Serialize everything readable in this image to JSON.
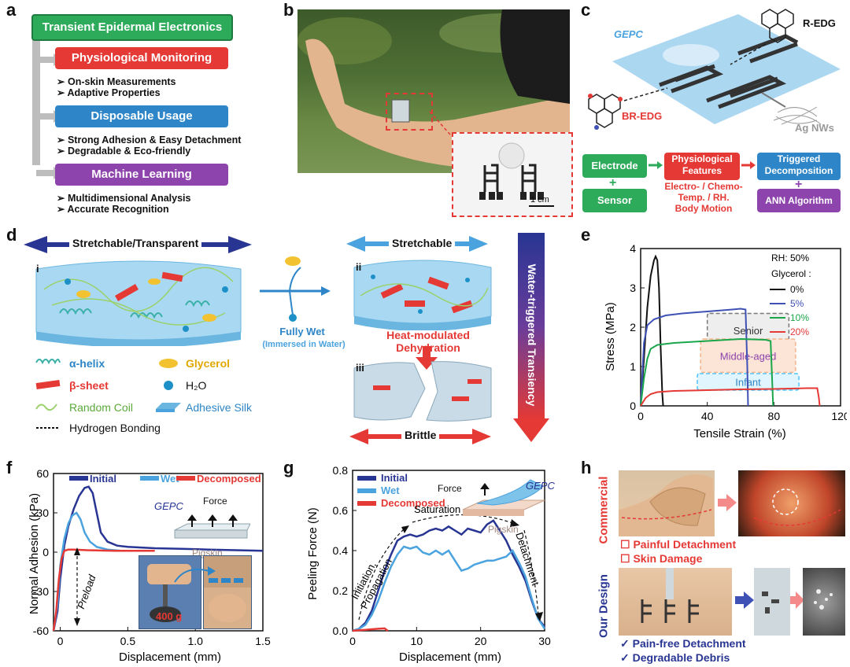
{
  "panel_labels": {
    "a": "a",
    "b": "b",
    "c": "c",
    "d": "d",
    "e": "e",
    "f": "f",
    "g": "g",
    "h": "h"
  },
  "panel_a": {
    "title": "Transient Epidermal Electronics",
    "sections": [
      {
        "title": "Physiological Monitoring",
        "color": "#e53935",
        "bullets": [
          "On-skin Measurements",
          "Adaptive Properties"
        ]
      },
      {
        "title": "Disposable Usage",
        "color": "#2e86c8",
        "bullets": [
          "Strong Adhesion & Easy Detachment",
          "Degradable & Eco-friendly"
        ]
      },
      {
        "title": "Machine Learning",
        "color": "#8e44ad",
        "bullets": [
          "Multidimensional Analysis",
          "Accurate Recognition"
        ]
      }
    ],
    "bullet_mark": "➢"
  },
  "panel_b": {
    "scale_bar": "1 cm"
  },
  "panel_c": {
    "gepc": "GEPC",
    "r_edg": "R-EDG",
    "br_edg": "BR-EDG",
    "ag_nws": "Ag NWs",
    "electrode": "Electrode",
    "sensor": "Sensor",
    "physio_line1": "Physiological",
    "physio_line2": "Features",
    "features_line1": "Electro- / Chemo-",
    "features_line2": "Temp. / RH.",
    "features_line3": "Body Motion",
    "triggered_line1": "Triggered",
    "triggered_line2": "Decomposition",
    "ann": "ANN Algorithm",
    "plus": "+"
  },
  "panel_d": {
    "stretch_transparent": "Stretchable/Transparent",
    "stretchable": "Stretchable",
    "brittle": "Brittle",
    "i": "i",
    "ii": "ii",
    "iii": "iii",
    "fully_wet": "Fully Wet",
    "immersed": "(Immersed in Water)",
    "heat_line1": "Heat-modulated",
    "heat_line2": "Dehydration",
    "water_triggered": "Water-triggered Transiency",
    "legend": {
      "alpha": "α-helix",
      "glycerol": "Glycerol",
      "beta": "β-sheet",
      "h2o": "H₂O",
      "coil": "Random Coil",
      "silk": "Adhesive Silk",
      "hbond": "Hydrogen Bonding"
    }
  },
  "panel_e": {
    "chart_data": {
      "type": "line",
      "xlabel": "Tensile Strain (%)",
      "ylabel": "Stress (MPa)",
      "xlim": [
        0,
        120
      ],
      "ylim": [
        0,
        4
      ],
      "xticks": [
        "0",
        "40",
        "80",
        "120"
      ],
      "yticks": [
        "0",
        "1",
        "2",
        "3",
        "4"
      ],
      "legend_title1": "RH: 50%",
      "legend_title2": "Glycerol :",
      "series": [
        {
          "name": "0%",
          "color": "#111111",
          "x": [
            0,
            2,
            4,
            6,
            8,
            9,
            10,
            11,
            12,
            13,
            13.5
          ],
          "y": [
            0,
            1.2,
            2.5,
            3.3,
            3.7,
            3.8,
            3.7,
            3.0,
            1.5,
            0.3,
            0
          ]
        },
        {
          "name": "5%",
          "color": "#3f51b5",
          "x": [
            0,
            1,
            2,
            4,
            8,
            15,
            25,
            40,
            55,
            60,
            63,
            64,
            64.5
          ],
          "y": [
            0,
            0.8,
            1.6,
            2.05,
            2.2,
            2.3,
            2.35,
            2.4,
            2.45,
            2.47,
            2.45,
            1.0,
            0
          ]
        },
        {
          "name": "10%",
          "color": "#1aa64a",
          "x": [
            0,
            2,
            4,
            6,
            10,
            20,
            40,
            60,
            75,
            78,
            79,
            79.5
          ],
          "y": [
            0,
            0.7,
            1.2,
            1.45,
            1.55,
            1.6,
            1.65,
            1.7,
            1.68,
            1.65,
            0.6,
            0
          ]
        },
        {
          "name": "20%",
          "color": "#e53935",
          "x": [
            0,
            3,
            6,
            10,
            20,
            40,
            60,
            80,
            100,
            106,
            107,
            107.5
          ],
          "y": [
            0,
            0.2,
            0.3,
            0.35,
            0.38,
            0.4,
            0.42,
            0.43,
            0.45,
            0.45,
            0.2,
            0
          ]
        }
      ],
      "annotations": [
        {
          "label": "Senior",
          "x0": 40,
          "x1": 89,
          "y0": 1.5,
          "y1": 2.35,
          "color": "#777777",
          "fill": "#eeeeee",
          "text_color": "#333333"
        },
        {
          "label": "Middle-aged",
          "x0": 36,
          "x1": 93,
          "y0": 0.85,
          "y1": 1.7,
          "color": "#f2b38a",
          "fill": "#fce5d6",
          "text_color": "#8e44ad"
        },
        {
          "label": "Infant",
          "x0": 34,
          "x1": 95,
          "y0": 0.4,
          "y1": 0.82,
          "color": "#4fc3f7",
          "fill": "#e1f5fe",
          "text_color": "#2e86c8"
        }
      ]
    }
  },
  "panel_f": {
    "chart_data": {
      "type": "line",
      "xlabel": "Displacement (mm)",
      "ylabel": "Normal Adhesion (kPa)",
      "xlim": [
        -0.05,
        1.5
      ],
      "ylim": [
        -60,
        60
      ],
      "xticks": [
        "0",
        "0.5",
        "1.0",
        "1.5"
      ],
      "yticks": [
        "-60",
        "-30",
        "0",
        "30",
        "60"
      ],
      "series": [
        {
          "name": "Initial",
          "color": "#283593",
          "x": [
            -0.05,
            -0.02,
            0,
            0.03,
            0.06,
            0.1,
            0.14,
            0.18,
            0.21,
            0.24,
            0.27,
            0.3,
            0.35,
            0.42,
            0.5,
            0.7,
            0.9,
            1.1,
            1.3,
            1.5
          ],
          "y": [
            -60,
            -45,
            -20,
            5,
            20,
            33,
            43,
            49,
            50,
            45,
            30,
            15,
            8,
            5,
            4,
            3,
            2.5,
            2,
            1.5,
            1
          ]
        },
        {
          "name": "Wet",
          "color": "#4aa3df",
          "x": [
            -0.05,
            -0.02,
            0,
            0.03,
            0.06,
            0.09,
            0.12,
            0.15,
            0.18,
            0.22,
            0.27,
            0.35,
            0.45
          ],
          "y": [
            -60,
            -40,
            -10,
            10,
            22,
            28,
            30,
            25,
            15,
            8,
            4,
            2,
            1
          ]
        },
        {
          "name": "Decomposed",
          "color": "#e53935",
          "x": [
            -0.05,
            -0.03,
            -0.01,
            0.01,
            0.03,
            0.06,
            0.1,
            0.2,
            0.4,
            0.7
          ],
          "y": [
            -60,
            -45,
            -20,
            -5,
            1,
            2,
            2,
            1.5,
            1,
            1
          ]
        }
      ]
    },
    "gepc": "GEPC",
    "force": "Force",
    "pigskin": "Pigskin",
    "preload": "Preload",
    "weight": "400 g"
  },
  "panel_g": {
    "chart_data": {
      "type": "line",
      "xlabel": "Displacement (mm)",
      "ylabel": "Peeling Force (N)",
      "xlim": [
        0,
        30
      ],
      "ylim": [
        0,
        0.8
      ],
      "xticks": [
        "0",
        "10",
        "20",
        "30"
      ],
      "yticks": [
        "0.0",
        "0.2",
        "0.4",
        "0.6",
        "0.8"
      ],
      "series": [
        {
          "name": "Initial",
          "color": "#283593",
          "x": [
            0,
            1,
            2,
            3,
            4,
            5,
            6,
            7,
            8,
            9,
            10,
            11,
            12,
            13,
            14,
            15,
            16,
            17,
            18,
            19,
            20,
            21,
            22,
            23,
            24,
            25,
            26,
            27,
            28,
            29,
            30
          ],
          "y": [
            0,
            0.01,
            0.04,
            0.1,
            0.2,
            0.3,
            0.38,
            0.45,
            0.47,
            0.48,
            0.47,
            0.48,
            0.5,
            0.51,
            0.5,
            0.52,
            0.5,
            0.48,
            0.51,
            0.5,
            0.49,
            0.53,
            0.55,
            0.5,
            0.45,
            0.38,
            0.32,
            0.25,
            0.15,
            0.06,
            0.02
          ]
        },
        {
          "name": "Wet",
          "color": "#4aa3df",
          "x": [
            0,
            1,
            2,
            3,
            4,
            5,
            6,
            7,
            8,
            9,
            10,
            11,
            12,
            13,
            14,
            15,
            16,
            17,
            18,
            19,
            20,
            21,
            22,
            23,
            24,
            25,
            26,
            27,
            28,
            29,
            30
          ],
          "y": [
            0,
            0.01,
            0.03,
            0.08,
            0.15,
            0.24,
            0.32,
            0.38,
            0.42,
            0.41,
            0.42,
            0.39,
            0.38,
            0.4,
            0.38,
            0.4,
            0.35,
            0.3,
            0.31,
            0.33,
            0.34,
            0.35,
            0.35,
            0.36,
            0.37,
            0.4,
            0.34,
            0.27,
            0.16,
            0.06,
            0.01
          ]
        },
        {
          "name": "Decomposed",
          "color": "#e53935",
          "x": [
            0,
            1,
            2,
            3,
            4,
            5,
            5.5
          ],
          "y": [
            0,
            0.003,
            0.005,
            0.008,
            0.01,
            0.012,
            0
          ]
        }
      ]
    },
    "force": "Force",
    "gepc": "GEPC",
    "pigskin": "Pigskin",
    "saturation": "Saturation",
    "initiation_line1": "Initiation,",
    "initiation_line2": "Propagation",
    "detachment": "Detachment"
  },
  "panel_h": {
    "commercial": "Commercial",
    "our_design": "Our Design",
    "painful": "Painful Detachment",
    "skin_damage": "Skin Damage",
    "pain_free": "Pain-free Detachment",
    "degradable": "Degradable Debris",
    "box_mark": "☐",
    "check_mark": "✓"
  }
}
